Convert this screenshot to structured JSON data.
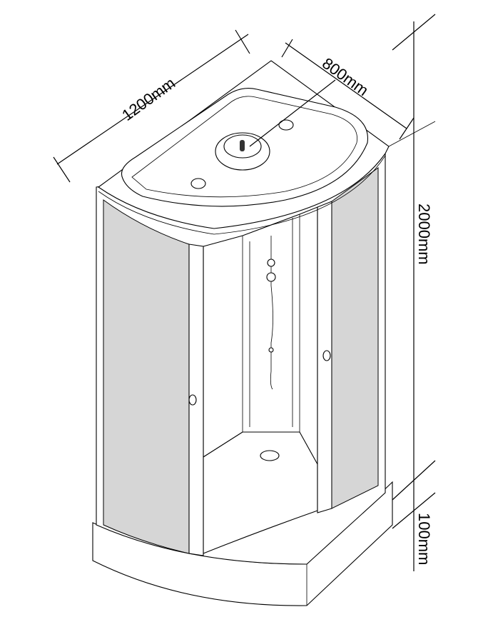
{
  "title": "Shower cabin dimensions",
  "dimensions": {
    "width": "1200mm",
    "depth": "800mm",
    "height": "2000mm",
    "tray_height": "100mm"
  },
  "colors": {
    "glass": "#d6d6d6",
    "line": "#000000"
  }
}
